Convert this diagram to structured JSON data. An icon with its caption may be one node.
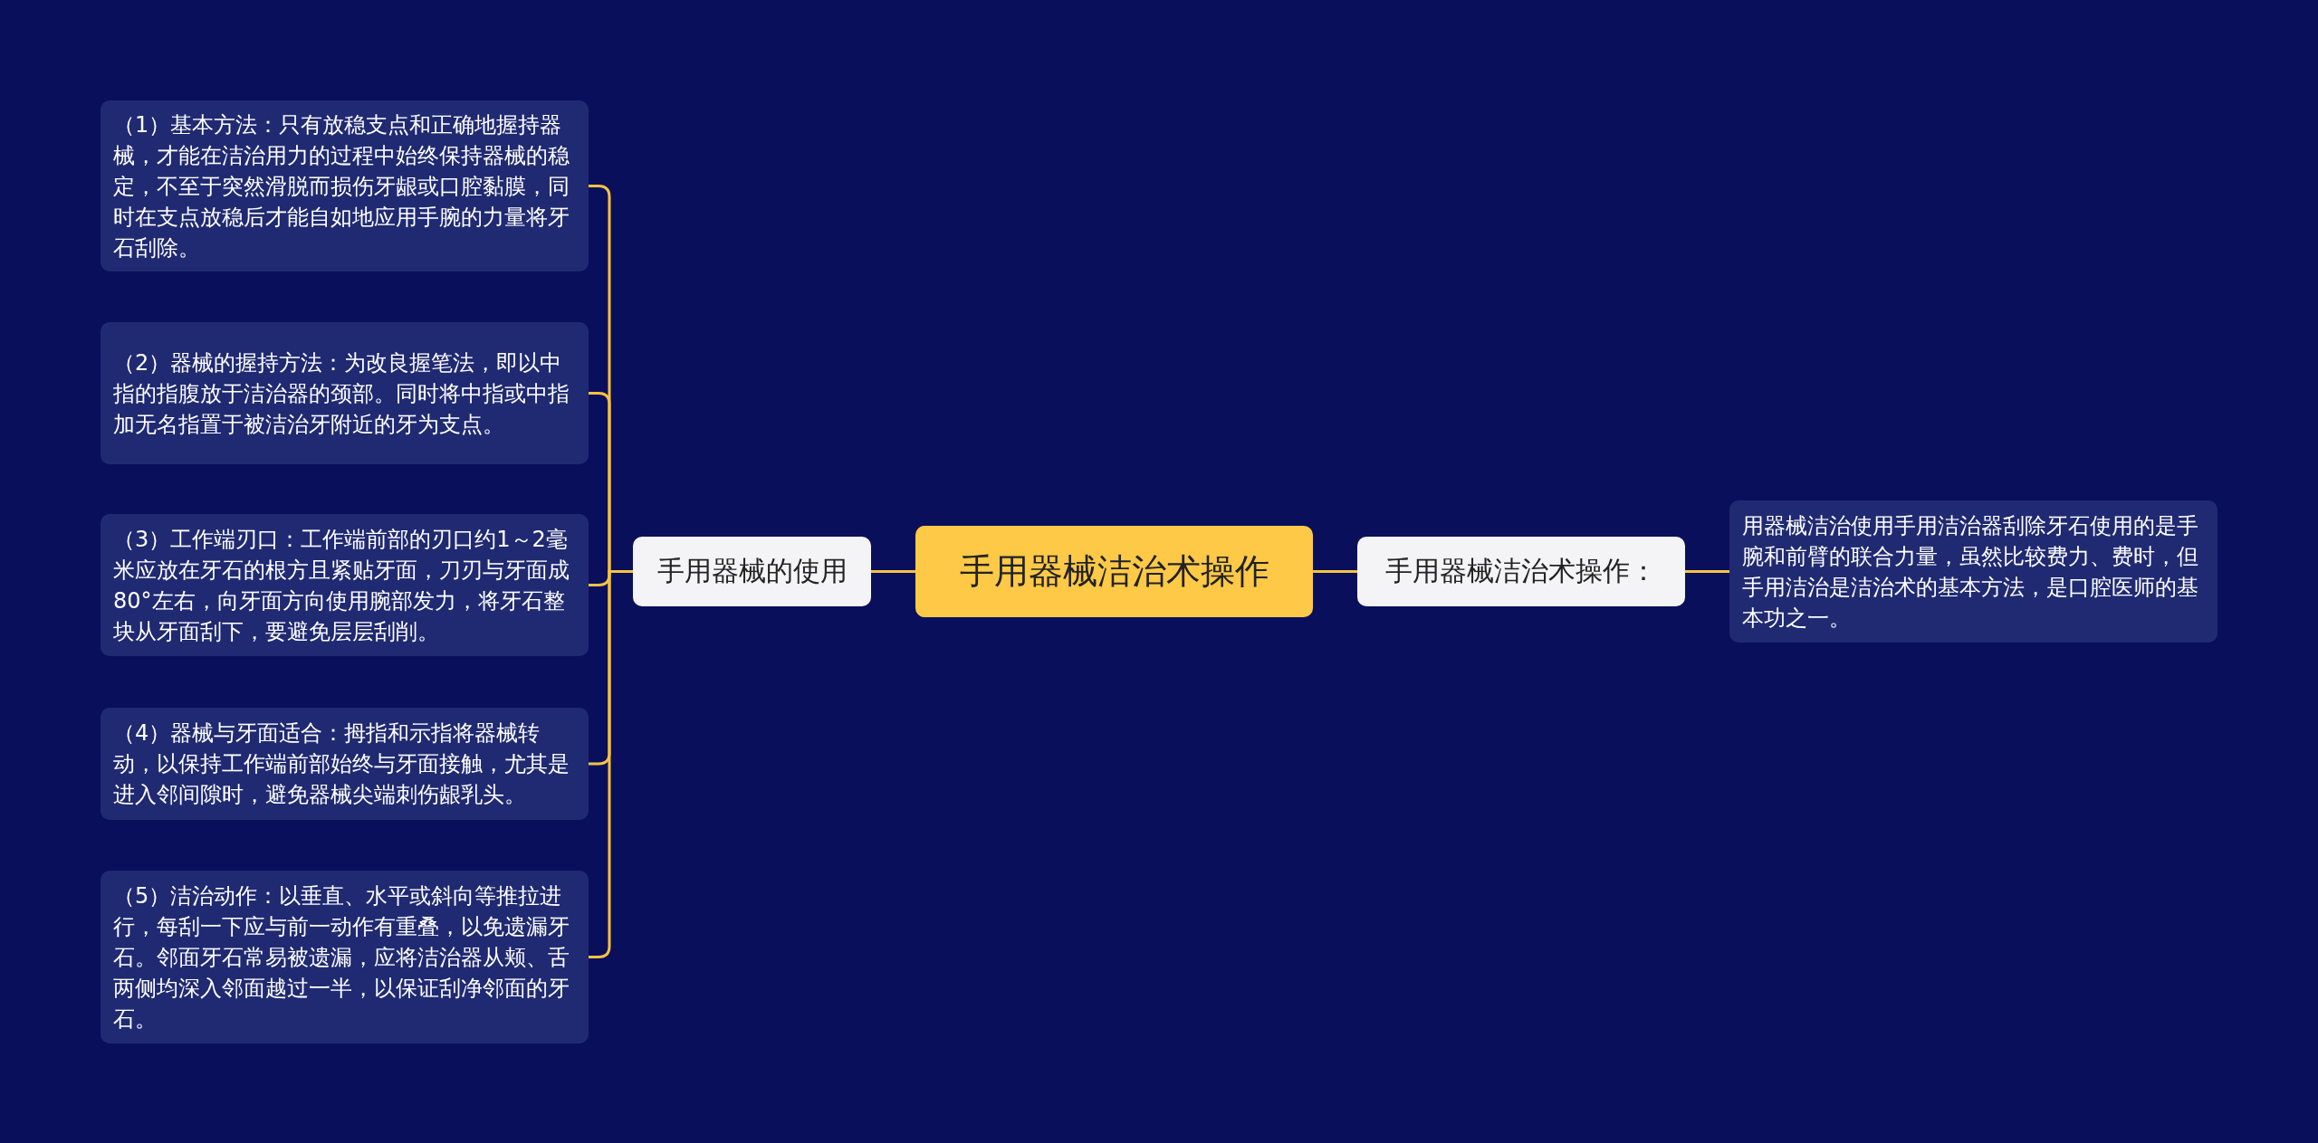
{
  "diagram": {
    "nodes": [
      {
        "text": [
          "手用器械洁治术操作"
        ]
      },
      {
        "text": [
          "手用器械的使用"
        ]
      },
      {
        "text": [
          "（1）基本方法：只有放稳支点和正确地握持器械，才能在洁治用力的过程中始终保持器械的稳定，不至于突然滑脱而损伤牙龈或口腔黏膜，同时在支点放稳后才能自如地应用手腕的力量将牙石刮除。"
        ]
      },
      {
        "text": [
          "（2）器械的握持方法：为改良握笔法，即以中指的指腹放于洁治器的颈部。同时将中指或中指加无名指置于被洁治牙附近的牙为支点。"
        ]
      },
      {
        "text": [
          "（3）工作端刃口：工作端前部的刃口约1～2毫米应放在牙石的根方且紧贴牙面，刀刃与牙面成80°左右，向牙面方向使用腕部发力，将牙石整块从牙面刮下，要避免层层刮削。"
        ]
      },
      {
        "text": [
          "（4）器械与牙面适合：拇指和示指将器械转动，以保持工作端前部始终与牙面接触，尤其是进入邻间隙时，避免器械尖端刺伤龈乳头。"
        ]
      },
      {
        "text": [
          "（5）洁治动作：以垂直、水平或斜向等推拉进行，每刮一下应与前一动作有重叠，以免遗漏牙石。邻面牙石常易被遗漏，应将洁治器从颊、舌两侧均深入邻面越过一半，以保证刮净邻面的牙石。"
        ]
      },
      {
        "text": [
          "手用器械洁治术操作："
        ]
      },
      {
        "text": [
          "用器械洁治使用手用洁治器刮除牙石使用的是手腕和前臂的联合力量，虽然比较费力、费时，但手用洁治是洁治术的基本方法，是口腔医师的基本功之一。"
        ]
      }
    ],
    "edges": [
      {
        "from": 0,
        "to": 1,
        "arrow": "none"
      },
      {
        "from": 1,
        "to": 2,
        "arrow": "none"
      },
      {
        "from": 1,
        "to": 3,
        "arrow": "none"
      },
      {
        "from": 1,
        "to": 4,
        "arrow": "none"
      },
      {
        "from": 1,
        "to": 5,
        "arrow": "none"
      },
      {
        "from": 1,
        "to": 6,
        "arrow": "none"
      },
      {
        "from": 0,
        "to": 7,
        "arrow": "none"
      },
      {
        "from": 7,
        "to": 8,
        "arrow": "none"
      }
    ]
  }
}
